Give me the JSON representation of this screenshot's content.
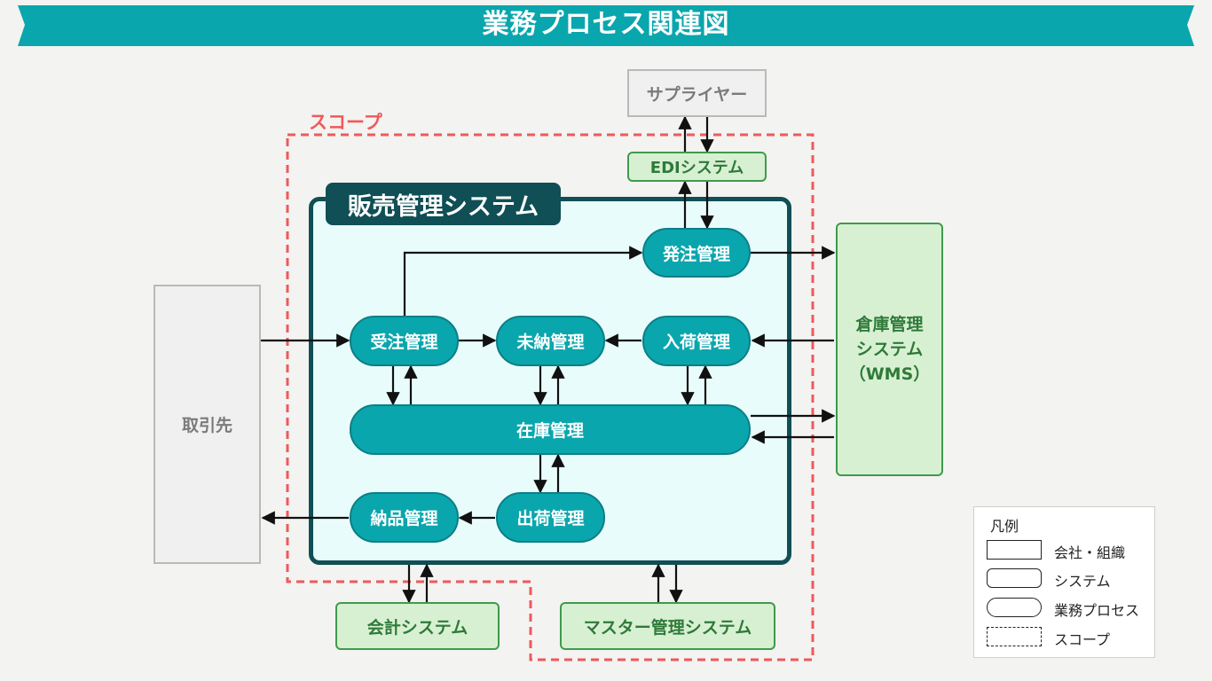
{
  "title": "業務プロセス関連図",
  "scope_label": "スコープ",
  "main_system": {
    "title": "販売管理システム"
  },
  "entities": {
    "supplier": "サプライヤー",
    "customer": "取引先",
    "edi": "EDIシステム",
    "wms_line1": "倉庫管理",
    "wms_line2": "システム",
    "wms_line3": "（WMS）",
    "accounting": "会計システム",
    "master": "マスター管理システム"
  },
  "processes": {
    "order_receiving": "受注管理",
    "purchase": "発注管理",
    "backorder": "未納管理",
    "receiving": "入荷管理",
    "inventory": "在庫管理",
    "delivery": "納品管理",
    "shipping": "出荷管理"
  },
  "legend": {
    "title": "凡例",
    "items": [
      "会社・組織",
      "システム",
      "業務プロセス",
      "スコープ"
    ]
  },
  "colors": {
    "banner": "#0aa6ad",
    "process": "#0aa6ad",
    "main_system_border": "#0f4f55",
    "scope": "#ee5a5a",
    "external_system": "#3f9a4c"
  }
}
